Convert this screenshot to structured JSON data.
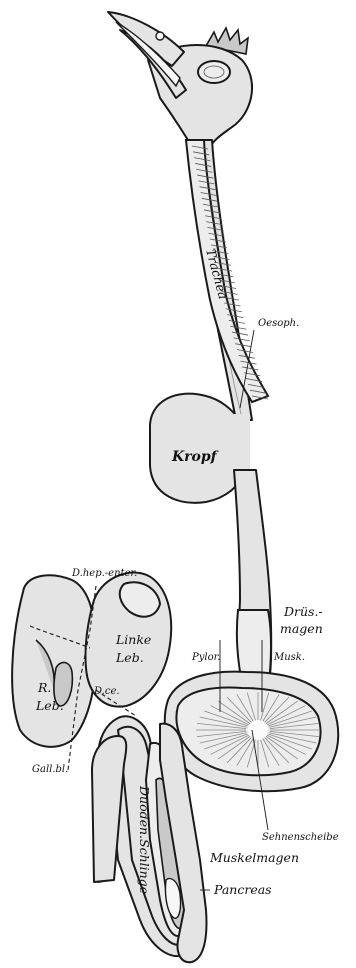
{
  "labels": {
    "trachea": "Trachea",
    "oesophagus": "Oesoph.",
    "kropf": "Kropf",
    "d_hep_enter": "D.hep.-enter.",
    "linke_leb_1": "Linke",
    "linke_leb_2": "Leb.",
    "r_leb_1": "R.",
    "r_leb_2": "Leb.",
    "dce": "D.ce.",
    "gall_bl": "Gall.bl.",
    "drues_1": "Drüs.-",
    "drues_2": "magen",
    "pylor": "Pylor.",
    "musk": "Musk.",
    "sehnenscheibe": "Sehnenscheibe",
    "muskelmagen": "Muskelmagen",
    "duoden_schlinge": "Duoden.Schlinge",
    "pancreas": "Pancreas"
  }
}
